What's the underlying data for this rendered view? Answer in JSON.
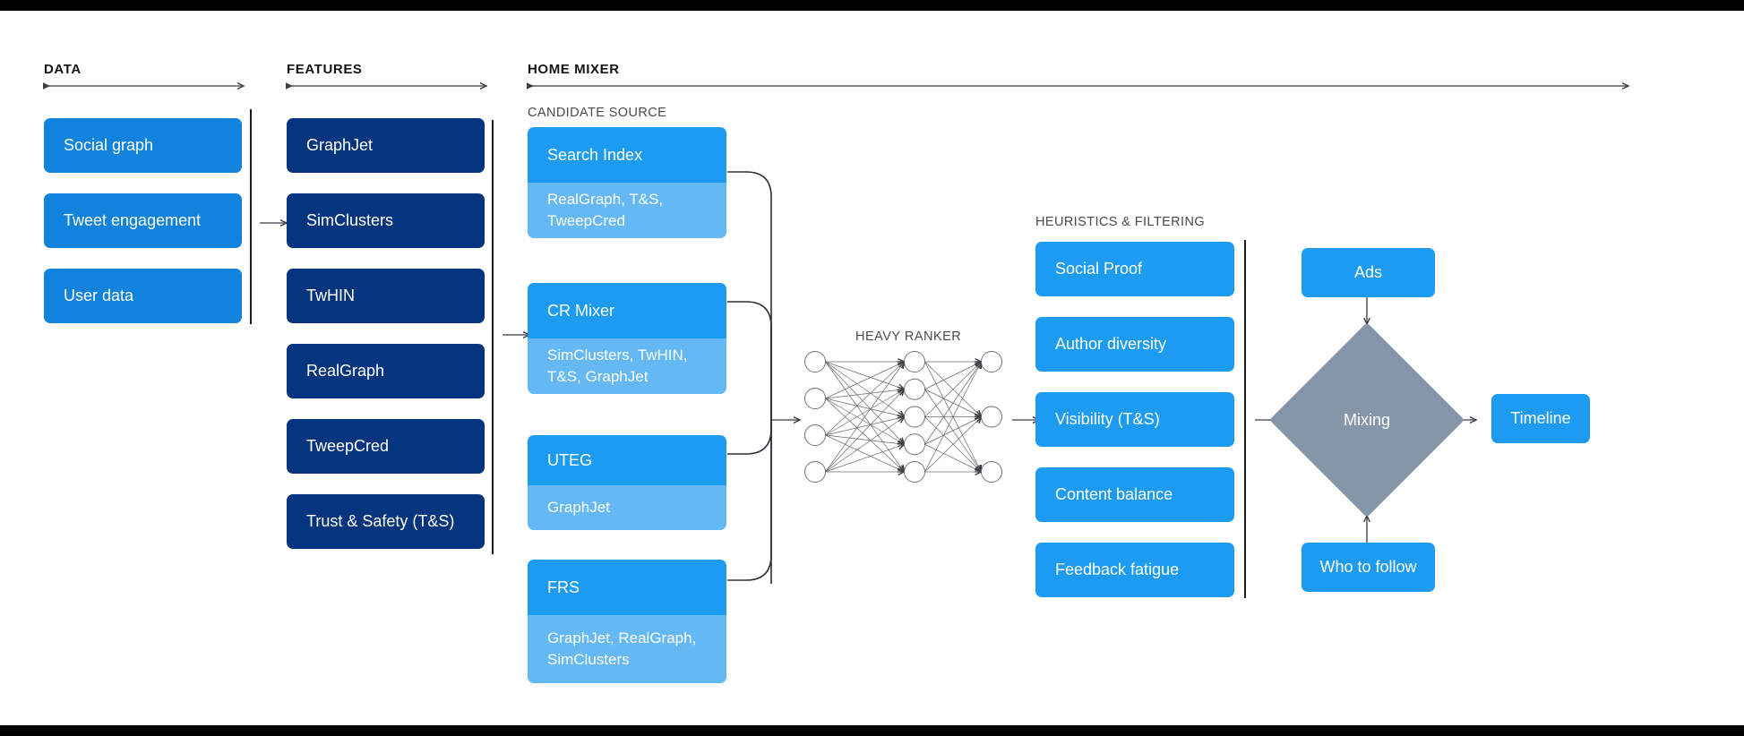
{
  "sections": {
    "data": {
      "title": "DATA"
    },
    "features": {
      "title": "FEATURES"
    },
    "home_mixer": {
      "title": "HOME MIXER"
    },
    "candidate_source": {
      "title": "CANDIDATE SOURCE"
    },
    "heavy_ranker": {
      "title": "HEAVY RANKER"
    },
    "heuristics": {
      "title": "HEURISTICS & FILTERING"
    }
  },
  "data_boxes": [
    {
      "label": "Social graph"
    },
    {
      "label": "Tweet engagement"
    },
    {
      "label": "User data"
    }
  ],
  "feature_boxes": [
    {
      "label": "GraphJet"
    },
    {
      "label": "SimClusters"
    },
    {
      "label": "TwHIN"
    },
    {
      "label": "RealGraph"
    },
    {
      "label": "TweepCred"
    },
    {
      "label": "Trust & Safety (T&S)"
    }
  ],
  "candidate_sources": [
    {
      "name": "Search Index",
      "features": "RealGraph, T&S,\nTweepCred"
    },
    {
      "name": "CR Mixer",
      "features": "SimClusters, TwHIN,\nT&S, GraphJet"
    },
    {
      "name": "UTEG",
      "features": "GraphJet"
    },
    {
      "name": "FRS",
      "features": "GraphJet, RealGraph,\nSimClusters"
    }
  ],
  "heuristic_boxes": [
    {
      "label": "Social Proof"
    },
    {
      "label": "Author diversity"
    },
    {
      "label": "Visibility (T&S)"
    },
    {
      "label": "Content balance"
    },
    {
      "label": "Feedback fatigue"
    }
  ],
  "final_stage": {
    "ads": "Ads",
    "who_to_follow": "Who to follow",
    "mixing": "Mixing",
    "timeline": "Timeline"
  },
  "neural_network": {
    "input_nodes": 4,
    "hidden_nodes": 5,
    "output_nodes": 3
  },
  "colors": {
    "data_blue": "#1183DC",
    "feature_navy": "#06357F",
    "candidate_head": "#1D9BF0",
    "candidate_body": "#64B8F4",
    "heuristic_blue": "#1D9BF0",
    "mixing_grey": "#8596A8",
    "arrow_grey": "#5a5f66",
    "divider_black": "#1b1b1b",
    "page_background": "#ffffff",
    "letterbox": "#000000"
  }
}
